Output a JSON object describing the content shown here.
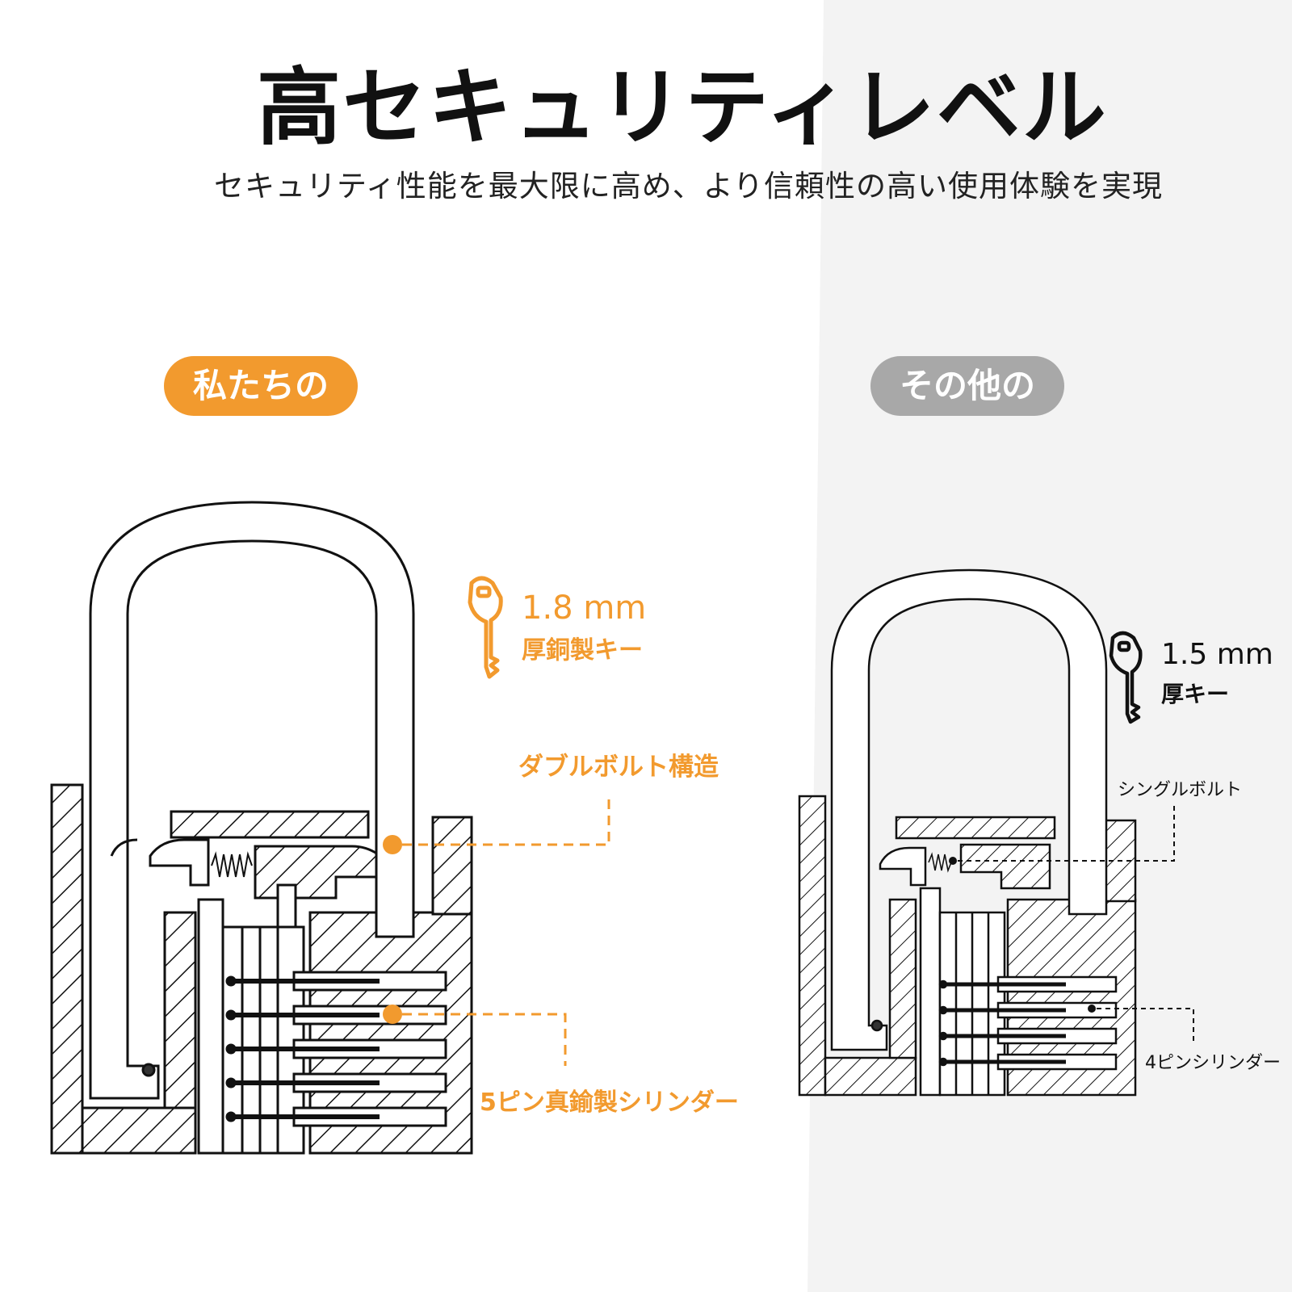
{
  "title": "高セキュリティレベル",
  "subtitle": "セキュリティ性能を最大限に高め、より信頼性の高い使用体験を実現",
  "colors": {
    "accent": "#f29a2e",
    "neutral": "#a8a8a8",
    "right_bg": "#f3f3f3",
    "line": "#111111"
  },
  "ours": {
    "tag": "私たちの",
    "key_thickness": "1.8 mm",
    "key_desc": "厚銅製キー",
    "bolt_label": "ダブルボルト構造",
    "cylinder_label": "5ピン真鍮製シリンダー",
    "pin_count": 5,
    "icon": "key-icon"
  },
  "other": {
    "tag": "その他の",
    "key_thickness": "1.5 mm",
    "key_desc": "厚キー",
    "bolt_label": "シングルボルト",
    "cylinder_label": "4ピンシリンダー",
    "pin_count": 4,
    "icon": "key-icon"
  }
}
